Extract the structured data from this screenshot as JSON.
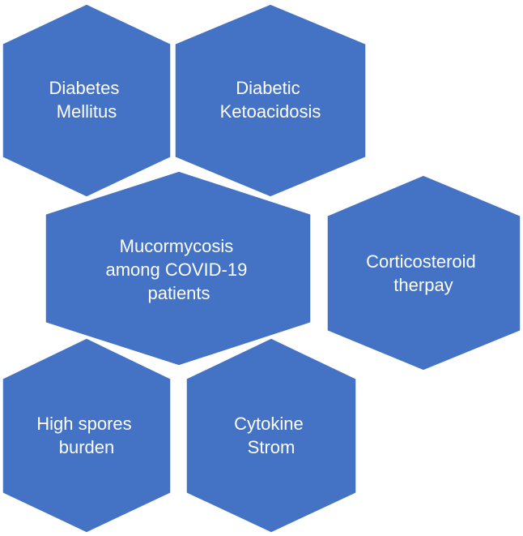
{
  "nodes": [
    {
      "id": "diabetes",
      "lines": [
        "Diabetes",
        "Mellitus"
      ]
    },
    {
      "id": "dka",
      "lines": [
        "Diabetic",
        "Ketoacidosis"
      ]
    },
    {
      "id": "center",
      "lines": [
        "Mucormycosis",
        "among COVID-19",
        "patients"
      ]
    },
    {
      "id": "steroid",
      "lines": [
        "Corticosteroid",
        "therpay"
      ]
    },
    {
      "id": "spores",
      "lines": [
        "High spores",
        "burden"
      ]
    },
    {
      "id": "cytokine",
      "lines": [
        "Cytokine",
        "Strom"
      ]
    }
  ],
  "colors": {
    "hex_fill": "#4472C4",
    "text": "#FFFFFF",
    "background": "#FFFFFF"
  }
}
